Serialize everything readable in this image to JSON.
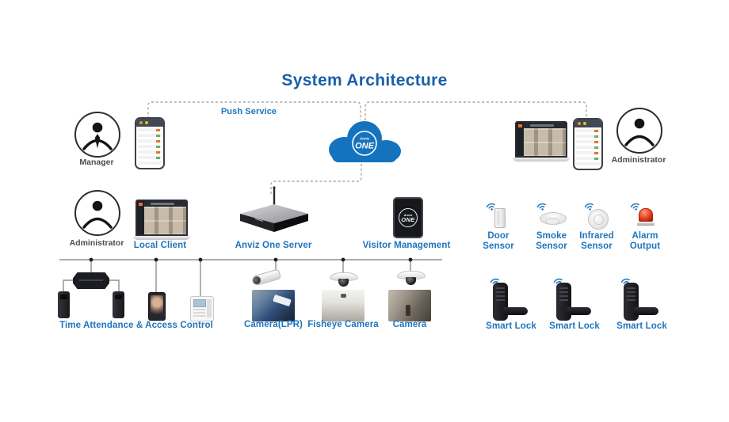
{
  "title": "System Architecture",
  "push_service": "Push Service",
  "one_logo": {
    "brand": "Anviz",
    "name": "ONE"
  },
  "actors": {
    "manager": "Manager",
    "administrator_top": "Administrator",
    "administrator_mid": "Administrator"
  },
  "nodes": {
    "local_client": "Local Client",
    "server": "Anviz One Server",
    "visitor_management": "Visitor Management",
    "access_control": "Time Attendance & Access Control"
  },
  "sensors": [
    "Door Sensor",
    "Smoke Sensor",
    "Infrared Sensor",
    "Alarm Output"
  ],
  "cameras": [
    "Camera(LPR)",
    "Fisheye Camera",
    "Camera"
  ],
  "smart_locks": [
    "Smart Lock",
    "Smart Lock",
    "Smart Lock"
  ],
  "colors": {
    "title_blue": "#1a5fa8",
    "label_blue": "#1e74bd",
    "cloud_blue": "#1573bd",
    "wifi_blue": "#1e74bd",
    "bus_line_gray": "#8f8f8f",
    "dashed_line_gray": "#a6a6a6",
    "alarm_red": "#e73c1e",
    "device_black": "#17181c"
  },
  "icons": {
    "manager-icon": "person-in-circle-with-tie",
    "administrator-icon": "person-in-circle",
    "cloud-icon": "cloud-with-one-logo",
    "phone-icon": "smartphone-app",
    "laptop-icon": "laptop-client-app",
    "server-icon": "server-box-with-antenna",
    "tablet-icon": "tablet-with-one-logo",
    "wifi-icon": "wifi-waves",
    "door-sensor-icon": "door-contact-sensor",
    "smoke-sensor-icon": "smoke-detector",
    "infrared-sensor-icon": "infrared-detector",
    "alarm-output-icon": "red-beacon-light",
    "smart-lock-icon": "door-lock-with-handle",
    "controller-icon": "access-controller-box",
    "reader-icon": "card-reader",
    "face-terminal-icon": "face-recognition-terminal",
    "keypad-icon": "access-keypad",
    "bullet-camera-icon": "bullet-camera",
    "dome-camera-icon": "dome-camera"
  }
}
